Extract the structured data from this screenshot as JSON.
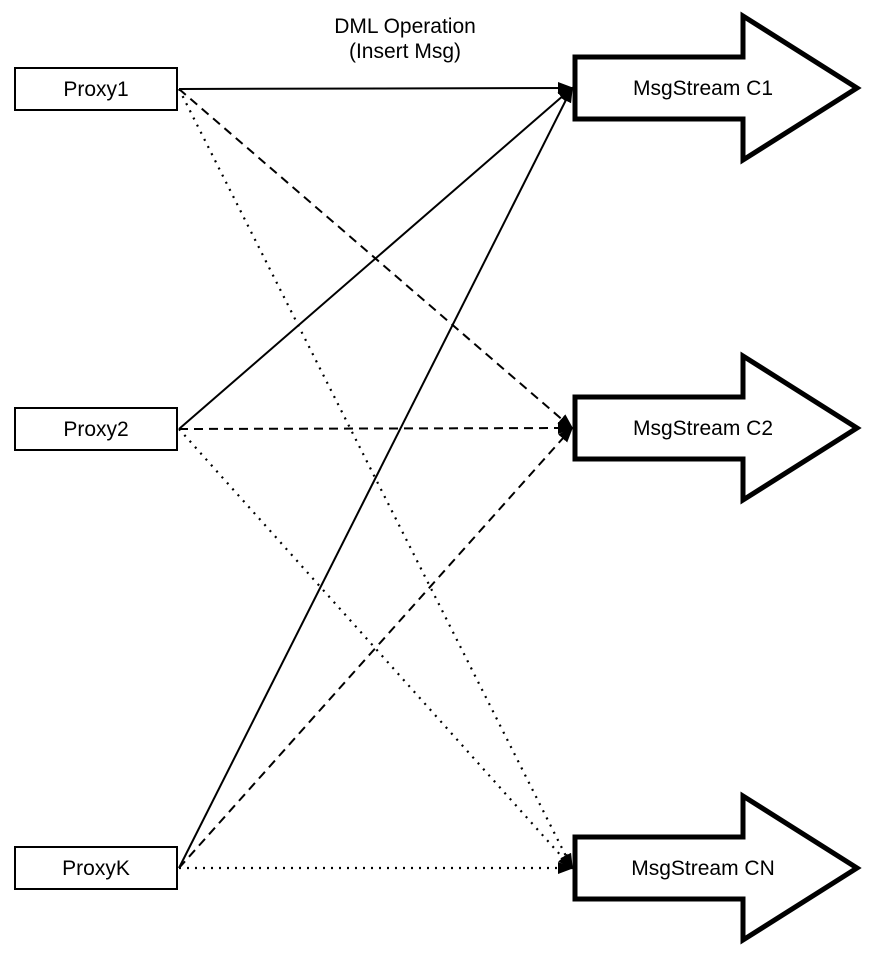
{
  "diagram": {
    "title": {
      "line1": "DML Operation",
      "line2": "(Insert Msg)"
    },
    "proxies": [
      {
        "id": "proxy1",
        "label": "Proxy1"
      },
      {
        "id": "proxy2",
        "label": "Proxy2"
      },
      {
        "id": "proxyk",
        "label": "ProxyK"
      }
    ],
    "streams": [
      {
        "id": "c1",
        "label": "MsgStream C1"
      },
      {
        "id": "c2",
        "label": "MsgStream C2"
      },
      {
        "id": "cn",
        "label": "MsgStream CN"
      }
    ],
    "edges": [
      {
        "from": "proxy1",
        "to": "c1",
        "style": "solid"
      },
      {
        "from": "proxy1",
        "to": "c2",
        "style": "dashed"
      },
      {
        "from": "proxy1",
        "to": "cn",
        "style": "dotted"
      },
      {
        "from": "proxy2",
        "to": "c1",
        "style": "solid"
      },
      {
        "from": "proxy2",
        "to": "c2",
        "style": "dashed"
      },
      {
        "from": "proxy2",
        "to": "cn",
        "style": "dotted"
      },
      {
        "from": "proxyk",
        "to": "c1",
        "style": "solid"
      },
      {
        "from": "proxyk",
        "to": "c2",
        "style": "dashed"
      },
      {
        "from": "proxyk",
        "to": "cn",
        "style": "dotted"
      }
    ],
    "colors": {
      "background": "#ffffff",
      "stroke": "#000000",
      "shape_fill": "#ffffff"
    }
  }
}
